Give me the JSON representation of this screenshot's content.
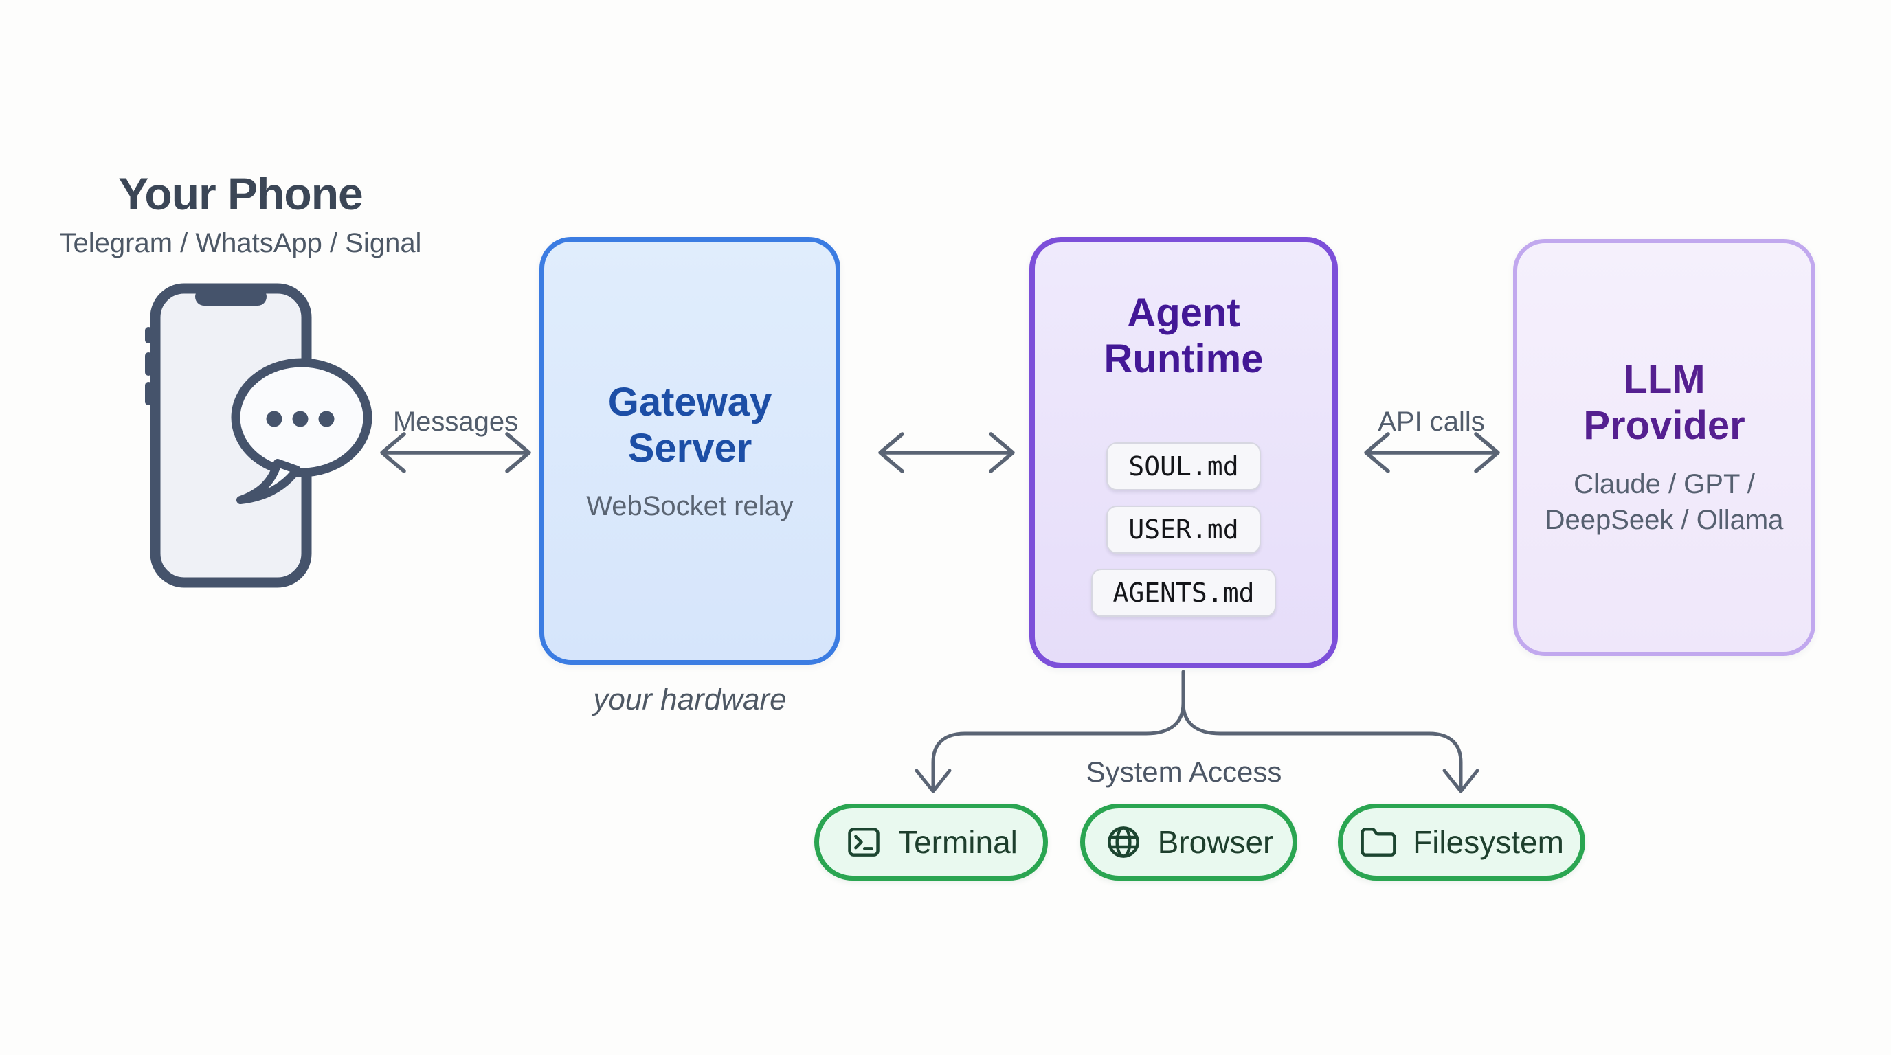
{
  "phone": {
    "title": "Your Phone",
    "subtitle": "Telegram / WhatsApp / Signal",
    "icon": "phone-icon",
    "bubble_icon": "chat-bubble-icon"
  },
  "flow": {
    "messages_label": "Messages",
    "api_label": "API calls"
  },
  "gateway": {
    "title_line1": "Gateway",
    "title_line2": "Server",
    "subtitle": "WebSocket relay",
    "caption": "your hardware"
  },
  "agent": {
    "title_line1": "Agent",
    "title_line2": "Runtime",
    "files": [
      "SOUL.md",
      "USER.md",
      "AGENTS.md"
    ]
  },
  "llm": {
    "title_line1": "LLM",
    "title_line2": "Provider",
    "subtitle": "Claude / GPT / DeepSeek / Ollama"
  },
  "system": {
    "label": "System Access",
    "tools": [
      {
        "label": "Terminal",
        "icon": "terminal-icon"
      },
      {
        "label": "Browser",
        "icon": "globe-icon"
      },
      {
        "label": "Filesystem",
        "icon": "folder-icon"
      }
    ]
  },
  "palette": {
    "background": "#fdfdfc",
    "arrow": "#5a6474",
    "heading_text": "#3b4656",
    "muted_text": "#525d6c",
    "gateway_fill": "#d9e8fb",
    "gateway_border": "#3b7ce2",
    "gateway_title": "#1c4ea6",
    "agent_fill": "#eae3fa",
    "agent_border": "#7c4fd9",
    "agent_title": "#431896",
    "chip_fill": "#f7f7fa",
    "llm_fill": "#f2ecfb",
    "llm_border": "#c1a8ee",
    "llm_title": "#552090",
    "tool_fill": "#e9f9ef",
    "tool_border": "#2aa551",
    "tool_text": "#1e3f2d"
  }
}
